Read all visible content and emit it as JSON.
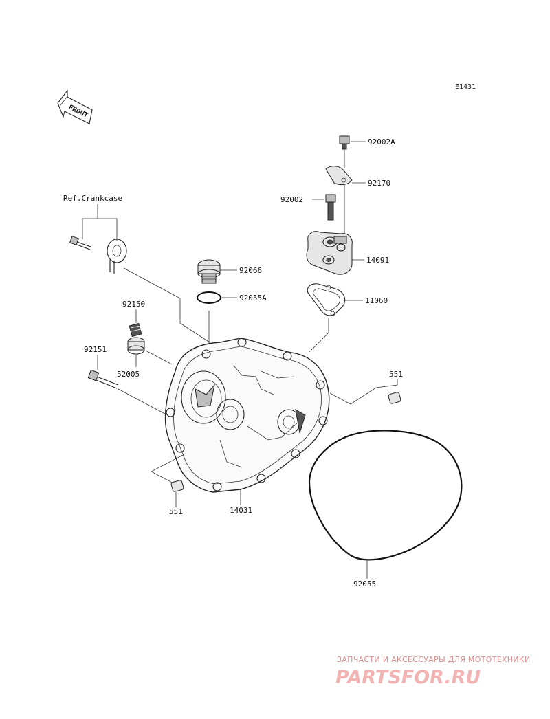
{
  "diagram": {
    "code": "E1431",
    "front_label": "FRONT",
    "ref_label": "Ref.Crankcase",
    "parts": {
      "p92002A": "92002A",
      "p92170": "92170",
      "p92002": "92002",
      "p14091": "14091",
      "p92066": "92066",
      "p92055A": "92055A",
      "p11060": "11060",
      "p92150": "92150",
      "p92151": "92151",
      "p52005": "52005",
      "p551_right": "551",
      "p551_left": "551",
      "p14031": "14031",
      "p92055": "92055"
    }
  },
  "watermark": {
    "tagline": "ЗАПЧАСТИ И АКСЕССУАРЫ ДЛЯ МОТОТЕХНИКИ",
    "brand": "PARTSFOR.RU"
  }
}
